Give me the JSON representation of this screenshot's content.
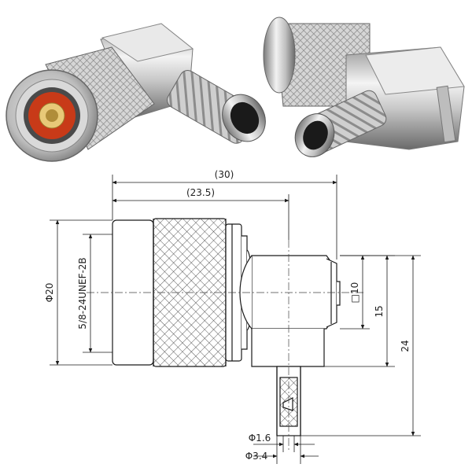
{
  "dimensions": {
    "overall_length": "(30)",
    "body_length": "(23.5)",
    "body_diameter": "Φ20",
    "thread": "5/8-24UNEF-2B",
    "square_size": "□10",
    "elbow_height": "15",
    "total_height": "24",
    "pin_diameter": "Φ1.6",
    "cable_diameter": "Φ3.4"
  },
  "colors": {
    "line": "#1a1a1a",
    "metal_light": "#f2f2f2",
    "metal_mid": "#b8b8b8",
    "metal_dark": "#6e6e6e",
    "insulator": "#c83a18"
  }
}
